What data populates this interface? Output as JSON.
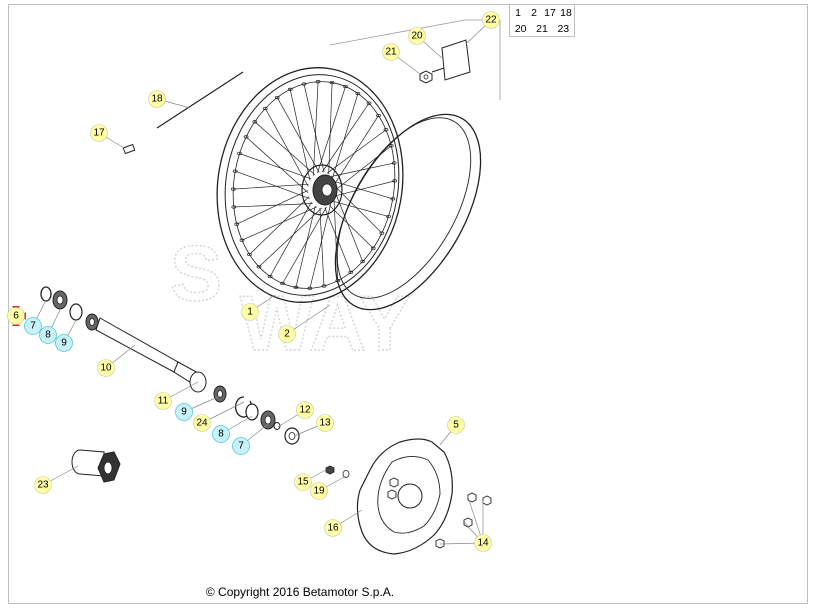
{
  "copyright": "© Copyright 2016 Betamotor S.p.A.",
  "watermark": [
    "S",
    "WAY"
  ],
  "legend": {
    "rows": [
      [
        "1",
        "2",
        "17",
        "18"
      ],
      [
        "20",
        "21",
        "23"
      ]
    ]
  },
  "colors": {
    "callout_yellow": "#ffffa6",
    "callout_cyan": "#c6f2f8",
    "cyan_outline": "#55c9dd",
    "highlight_red": "#e03030",
    "line": "#222222",
    "leader": "#888888"
  },
  "callouts": {
    "c1": "1",
    "c2": "2",
    "c5": "5",
    "c6": "6",
    "c7a": "7",
    "c7b": "7",
    "c8a": "8",
    "c8b": "8",
    "c9a": "9",
    "c9b": "9",
    "c10": "10",
    "c11": "11",
    "c12": "12",
    "c13": "13",
    "c14": "14",
    "c15": "15",
    "c16": "16",
    "c17": "17",
    "c18": "18",
    "c19": "19",
    "c20": "20",
    "c21": "21",
    "c22": "22",
    "c23": "23",
    "c24": "24"
  }
}
